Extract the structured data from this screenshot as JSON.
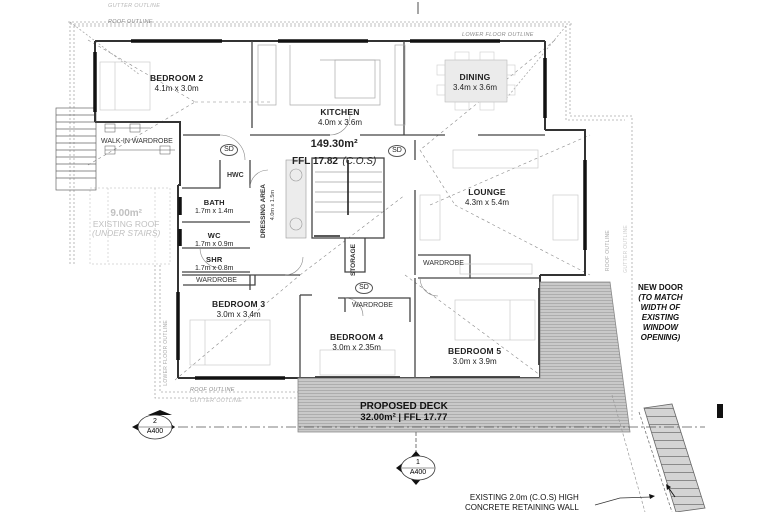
{
  "plan": {
    "floor_area": "149.30m²",
    "ffl": "FFL 17.82",
    "ffl_note": "(C.O.S)",
    "outline_labels": {
      "gutter_top": "GUTTER OUTLINE",
      "roof_top": "ROOF OUTLINE",
      "lower_floor_top": "LOWER FLOOR OUTLINE",
      "roof_bottom": "ROOF OUTLINE",
      "gutter_bottom": "GUTTER OUTLINE",
      "roof_right": "ROOF OUTLINE",
      "gutter_right": "GUTTER OUTLINE",
      "lower_floor_left": "LOWER FLOOR OUTLINE"
    },
    "rooms": [
      {
        "name": "BEDROOM 2",
        "size": "4.1m x 3.0m"
      },
      {
        "name": "KITCHEN",
        "size": "4.0m x 3.6m"
      },
      {
        "name": "DINING",
        "size": "3.4m x 3.6m"
      },
      {
        "name": "LOUNGE",
        "size": "4.3m x 5.4m"
      },
      {
        "name": "BATH",
        "size": "1.7m x 1.4m"
      },
      {
        "name": "WC",
        "size": "1.7m x 0.9m"
      },
      {
        "name": "SHR",
        "size": "1.7m x 0.8m"
      },
      {
        "name": "BEDROOM 3",
        "size": "3.0m x 3.4m"
      },
      {
        "name": "BEDROOM 4",
        "size": "3.0m x 2.35m"
      },
      {
        "name": "BEDROOM 5",
        "size": "3.0m x 3.9m"
      }
    ],
    "minor_labels": {
      "walk_in_wardrobe": "WALK-IN WARDROBE",
      "hwc": "HWC",
      "wardrobe": "WARDROBE",
      "storage": "STORAGE",
      "dressing_area": "DRESSING AREA",
      "dressing_size": "4.0m x 1.5m",
      "smoke_detector": "SD"
    },
    "existing_roof": {
      "area": "9.00m²",
      "line1": "EXISTING ROOF",
      "line2": "(UNDER STAIRS)"
    },
    "deck": {
      "title": "PROPOSED DECK",
      "detail": "32.00m² | FFL 17.77"
    },
    "new_door_note": [
      "NEW DOOR",
      "(TO MATCH",
      "WIDTH OF",
      "EXISTING",
      "WINDOW",
      "OPENING)"
    ],
    "retaining_wall_note": [
      "EXISTING 2.0m (C.O.S) HIGH",
      "CONCRETE RETAINING WALL"
    ],
    "section_markers": [
      {
        "number": "2",
        "sheet": "A400"
      },
      {
        "number": "1",
        "sheet": "A400"
      }
    ]
  }
}
